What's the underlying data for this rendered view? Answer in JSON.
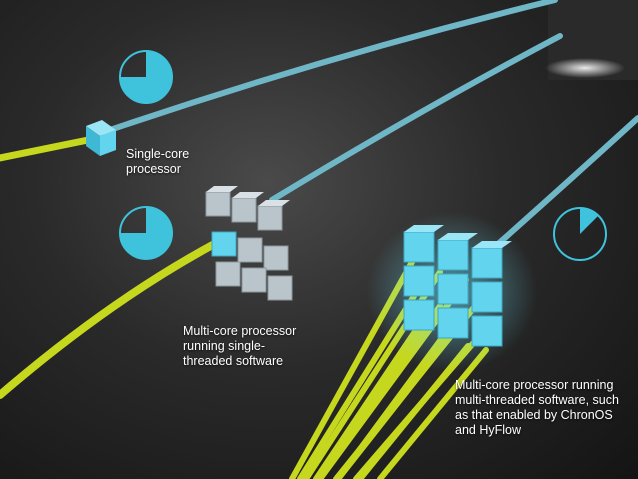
{
  "colors": {
    "background": "#1e1e1e",
    "fiber_blue": "#6fb6c6",
    "fiber_yellow": "#c6d81e",
    "chip_gray": "#b9c4cb",
    "chip_lit": "#62d4ee",
    "pie_fill": "#3fc3dd"
  },
  "labels": {
    "single_core": [
      "Single-core",
      "processor"
    ],
    "multi_core_single_threaded": [
      "Multi-core processor",
      "running single-",
      "threaded software"
    ],
    "multi_core_multi_threaded": [
      "Multi-core processor running",
      "multi-threaded software, such",
      "as that enabled by ChronOS",
      "and HyFlow"
    ]
  },
  "timers": [
    {
      "name": "single-core",
      "elapsed_fraction": 0.75
    },
    {
      "name": "multi-core-single-threaded",
      "elapsed_fraction": 0.75
    },
    {
      "name": "multi-core-multi-threaded",
      "elapsed_fraction": 0.125
    }
  ]
}
